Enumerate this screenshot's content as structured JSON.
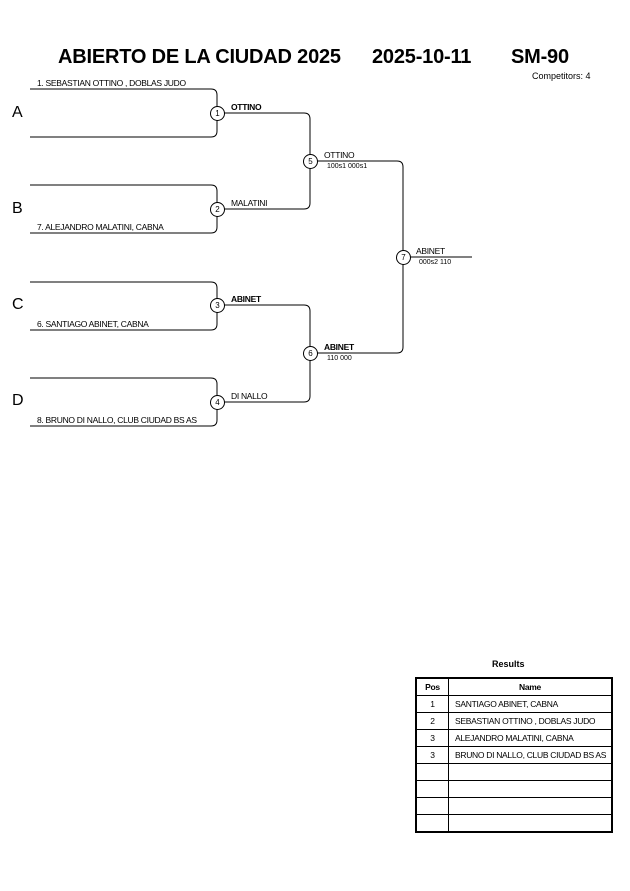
{
  "header": {
    "event": "ABIERTO DE LA CIUDAD 2025",
    "date": "2025-10-11",
    "category": "SM-90",
    "competitors": "Competitors: 4"
  },
  "pools": [
    "A",
    "B",
    "C",
    "D"
  ],
  "entrants": [
    "1. SEBASTIAN OTTINO   , DOBLAS JUDO",
    "7. ALEJANDRO MALATINI, CABNA",
    "6. SANTIAGO ABINET, CABNA",
    "8. BRUNO DI NALLO, CLUB CIUDAD BS AS"
  ],
  "matches": [
    {
      "number": "1",
      "winner": "OTTINO",
      "score": ""
    },
    {
      "number": "2",
      "winner": "MALATINI",
      "score": ""
    },
    {
      "number": "3",
      "winner": "ABINET",
      "score": ""
    },
    {
      "number": "4",
      "winner": "DI NALLO",
      "score": ""
    },
    {
      "number": "5",
      "winner": "OTTINO",
      "score": "100s1  000s1"
    },
    {
      "number": "6",
      "winner": "ABINET",
      "score": "110   000"
    },
    {
      "number": "7",
      "winner": "ABINET",
      "score": "000s2   110"
    }
  ],
  "results": {
    "title": "Results",
    "headers": {
      "pos": "Pos",
      "name": "Name"
    },
    "rows": [
      {
        "pos": "1",
        "name": "SANTIAGO ABINET, CABNA"
      },
      {
        "pos": "2",
        "name": "SEBASTIAN OTTINO      , DOBLAS JUDO"
      },
      {
        "pos": "3",
        "name": "ALEJANDRO MALATINI, CABNA"
      },
      {
        "pos": "3",
        "name": "BRUNO DI NALLO, CLUB CIUDAD BS AS"
      },
      {
        "pos": "",
        "name": ""
      },
      {
        "pos": "",
        "name": ""
      },
      {
        "pos": "",
        "name": ""
      },
      {
        "pos": "",
        "name": ""
      }
    ]
  }
}
